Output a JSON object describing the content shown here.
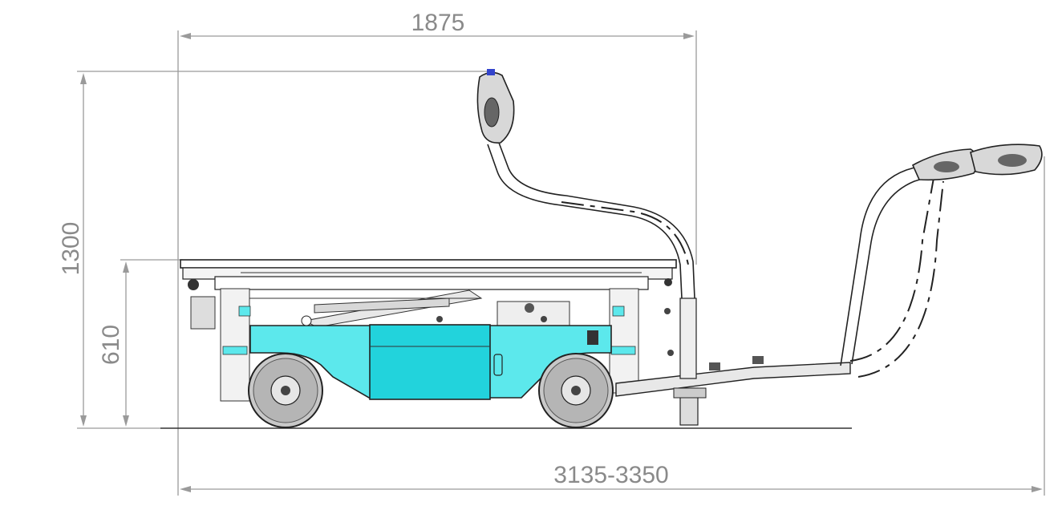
{
  "dimensions": {
    "top_width": "1875",
    "total_length": "3135-3350",
    "total_height": "1300",
    "platform_height": "610"
  },
  "colors": {
    "body": "#5ce8ec",
    "body_dark": "#22d3dc",
    "dimension": "#8a8a8a",
    "outline": "#222222"
  }
}
